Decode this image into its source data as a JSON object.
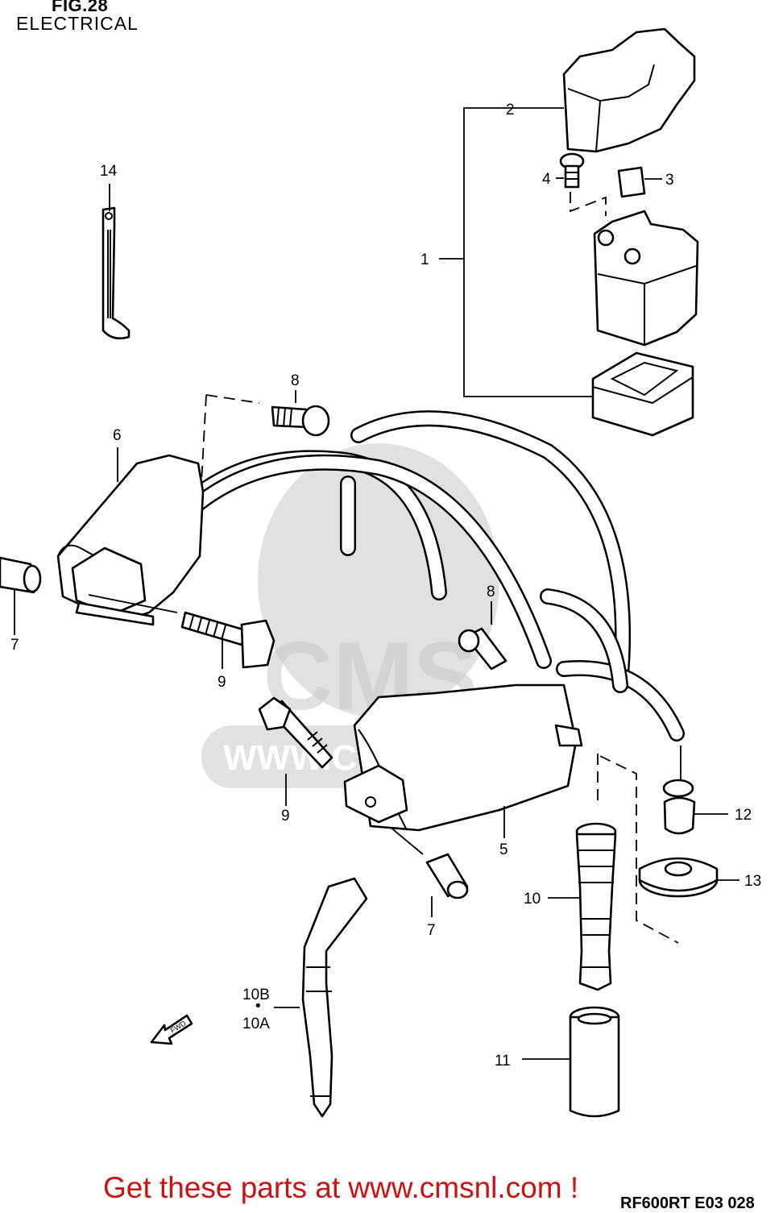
{
  "header": {
    "figure": "FIG.28",
    "title": "ELECTRICAL"
  },
  "callouts": {
    "c1": "1",
    "c2": "2",
    "c3": "3",
    "c4": "4",
    "c5": "5",
    "c6": "6",
    "c7a": "7",
    "c7b": "7",
    "c8a": "8",
    "c8b": "8",
    "c9a": "9",
    "c9b": "9",
    "c10": "10",
    "c10b": "10B",
    "c10a": "10A",
    "c11": "11",
    "c12": "12",
    "c13": "13",
    "c14": "14"
  },
  "watermark": {
    "logo": "CMS",
    "url": "WWW.CMSNL.COM"
  },
  "fwd_label": "FWD",
  "footer": {
    "link_text": "Get these parts at www.cmsnl.com !",
    "code": "RF600RT E03 028"
  }
}
